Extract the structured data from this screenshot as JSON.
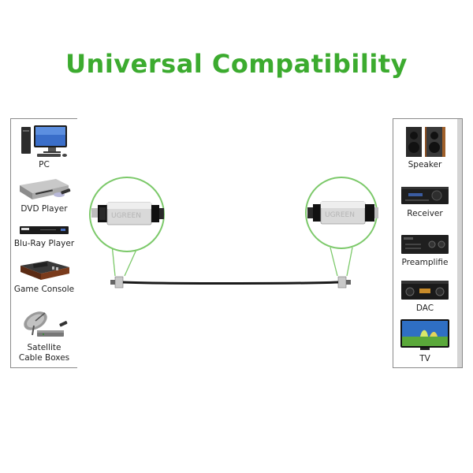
{
  "title": "Universal Compatibility",
  "colors": {
    "title": "#3cab2f",
    "circle": "#7cc96a",
    "cable": "#1a1a1a"
  },
  "left_devices": [
    {
      "label": "PC",
      "icon": "desktop-pc-icon"
    },
    {
      "label": "DVD Player",
      "icon": "dvd-player-icon"
    },
    {
      "label": "Blu-Ray Player",
      "icon": "bluray-player-icon"
    },
    {
      "label": "Game Console",
      "icon": "game-console-icon"
    },
    {
      "label": "Satellite",
      "label2": "Cable Boxes",
      "icon": "satellite-dish-icon"
    }
  ],
  "right_devices": [
    {
      "label": "Speaker",
      "icon": "speaker-icon"
    },
    {
      "label": "Receiver",
      "icon": "receiver-icon"
    },
    {
      "label": "Preamplifie",
      "icon": "preamplifier-icon"
    },
    {
      "label": "DAC",
      "icon": "dac-icon"
    },
    {
      "label": "TV",
      "icon": "tv-icon"
    }
  ],
  "connector_brand": "UGREEN"
}
